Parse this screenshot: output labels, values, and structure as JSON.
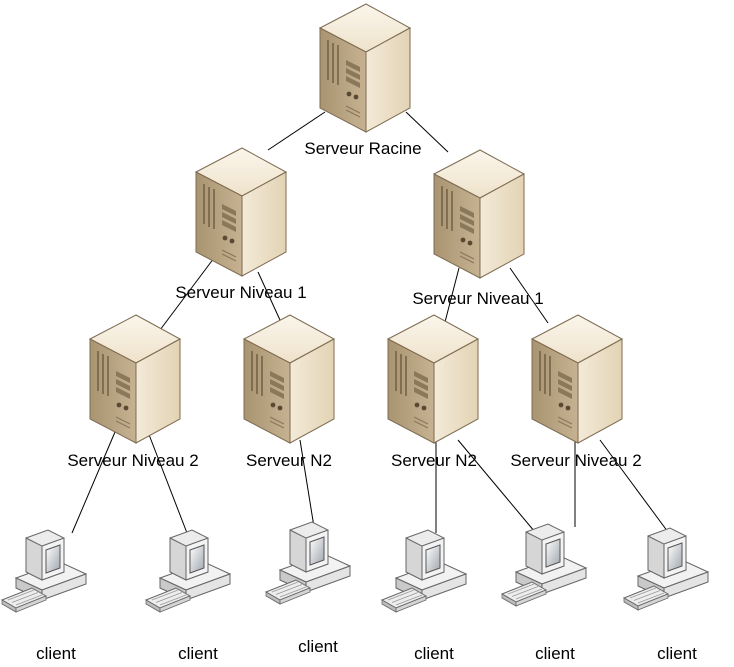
{
  "diagram": {
    "servers": [
      {
        "id": "root",
        "label": "Serveur Racine"
      },
      {
        "id": "l1a",
        "label": "Serveur Niveau 1"
      },
      {
        "id": "l1b",
        "label": "Serveur Niveau 1"
      },
      {
        "id": "l2a",
        "label": "Serveur Niveau 2"
      },
      {
        "id": "l2b",
        "label": "Serveur N2"
      },
      {
        "id": "l2c",
        "label": "Serveur N2"
      },
      {
        "id": "l2d",
        "label": "Serveur Niveau 2"
      }
    ],
    "clients": [
      {
        "id": "c1",
        "label": "client"
      },
      {
        "id": "c2",
        "label": "client"
      },
      {
        "id": "c3",
        "label": "client"
      },
      {
        "id": "c4",
        "label": "client"
      },
      {
        "id": "c5",
        "label": "client"
      },
      {
        "id": "c6",
        "label": "client"
      }
    ],
    "links": [
      [
        "root",
        "l1a"
      ],
      [
        "root",
        "l1b"
      ],
      [
        "l1a",
        "l2a"
      ],
      [
        "l1a",
        "l2b"
      ],
      [
        "l1b",
        "l2c"
      ],
      [
        "l1b",
        "l2d"
      ],
      [
        "l2a",
        "c1"
      ],
      [
        "l2a",
        "c2"
      ],
      [
        "l2b",
        "c3"
      ],
      [
        "l2c",
        "c4"
      ],
      [
        "l2c",
        "c5"
      ],
      [
        "l2d",
        "c5"
      ],
      [
        "l2d",
        "c6"
      ]
    ]
  }
}
